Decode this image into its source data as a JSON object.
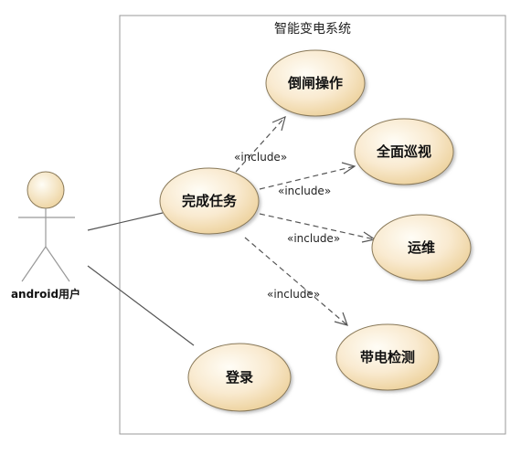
{
  "system": {
    "title": "智能变电系统"
  },
  "actor": {
    "label": "android用户"
  },
  "use_cases": {
    "switch_op": "倒闸操作",
    "full_inspect": "全面巡视",
    "complete_task": "完成任务",
    "operation": "运维",
    "live_detect": "带电检测",
    "login": "登录"
  },
  "relations": {
    "include1": "«include»",
    "include2": "«include»",
    "include3": "«include»",
    "include4": "«include»"
  },
  "colors": {
    "usecase_fill_light": "#fefaf0",
    "usecase_fill_dark": "#f2d9a8",
    "usecase_stroke": "#8a7a5a",
    "line": "#555555"
  }
}
